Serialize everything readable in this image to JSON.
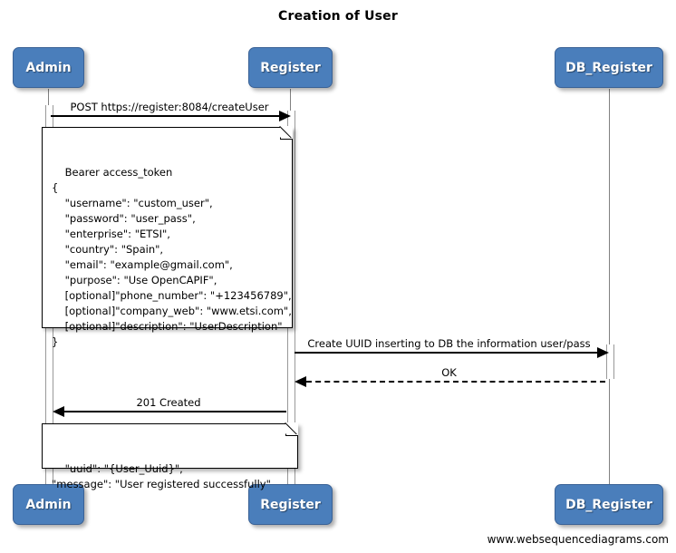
{
  "diagram": {
    "title": "Creation of User",
    "footer": "www.websequencediagrams.com",
    "accent_color": "#4a7ebb",
    "line_color": "#000000"
  },
  "participants": [
    {
      "id": "admin",
      "label": "Admin"
    },
    {
      "id": "register",
      "label": "Register"
    },
    {
      "id": "db_register",
      "label": "DB_Register"
    }
  ],
  "participants_bottom": [
    {
      "id": "admin",
      "label": "Admin"
    },
    {
      "id": "register",
      "label": "Register"
    },
    {
      "id": "db_register",
      "label": "DB_Register"
    }
  ],
  "messages": [
    {
      "id": "m1",
      "label": "POST https://register:8084/createUser",
      "from": "admin",
      "to": "register",
      "style": "solid",
      "direction": "right"
    },
    {
      "id": "m2",
      "label": "Create UUID inserting to DB the information user/pass",
      "from": "register",
      "to": "db_register",
      "style": "solid",
      "direction": "right"
    },
    {
      "id": "m3",
      "label": "OK",
      "from": "db_register",
      "to": "register",
      "style": "dashed",
      "direction": "left"
    },
    {
      "id": "m4",
      "label": "201 Created",
      "from": "register",
      "to": "admin",
      "style": "solid",
      "direction": "left"
    }
  ],
  "notes": [
    {
      "id": "request-note",
      "text": "Bearer access_token\n{\n    \"username\": \"custom_user\",\n    \"password\": \"user_pass\",\n    \"enterprise\": \"ETSI\",\n    \"country\": \"Spain\",\n    \"email\": \"example@gmail.com\",\n    \"purpose\": \"Use OpenCAPIF\",\n    [optional]\"phone_number\": \"+123456789\",\n    [optional]\"company_web\": \"www.etsi.com\",\n    [optional]\"description\": \"UserDescription\"\n}"
    },
    {
      "id": "response-note",
      "text": "\"uuid\": \"{User_Uuid}\",\n\"message\": \"User registered successfully\""
    }
  ]
}
